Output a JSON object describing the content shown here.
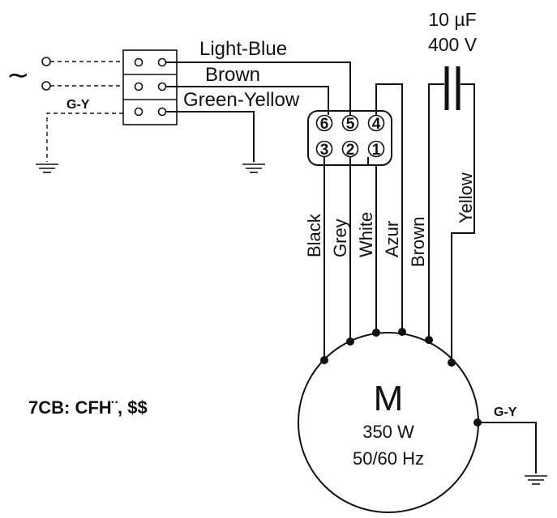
{
  "ac_symbol": "∼",
  "ground_label_terminal": "G-Y",
  "ground_label_motor": "G-Y",
  "top_wires": {
    "light_blue": "Light-Blue",
    "brown": "Brown",
    "green_yellow": "Green-Yellow"
  },
  "capacitor": {
    "capacitance": "10 µF",
    "voltage": "400 V"
  },
  "connector_pins": [
    "6",
    "5",
    "4",
    "3",
    "2",
    "1"
  ],
  "vertical_wires": [
    "Black",
    "Grey",
    "White",
    "Azur",
    "Brown",
    "Yellow"
  ],
  "motor": {
    "symbol": "M",
    "power": "350 W",
    "frequency": "50/60 Hz"
  },
  "model_code": "7CB: CFH¨, $$"
}
